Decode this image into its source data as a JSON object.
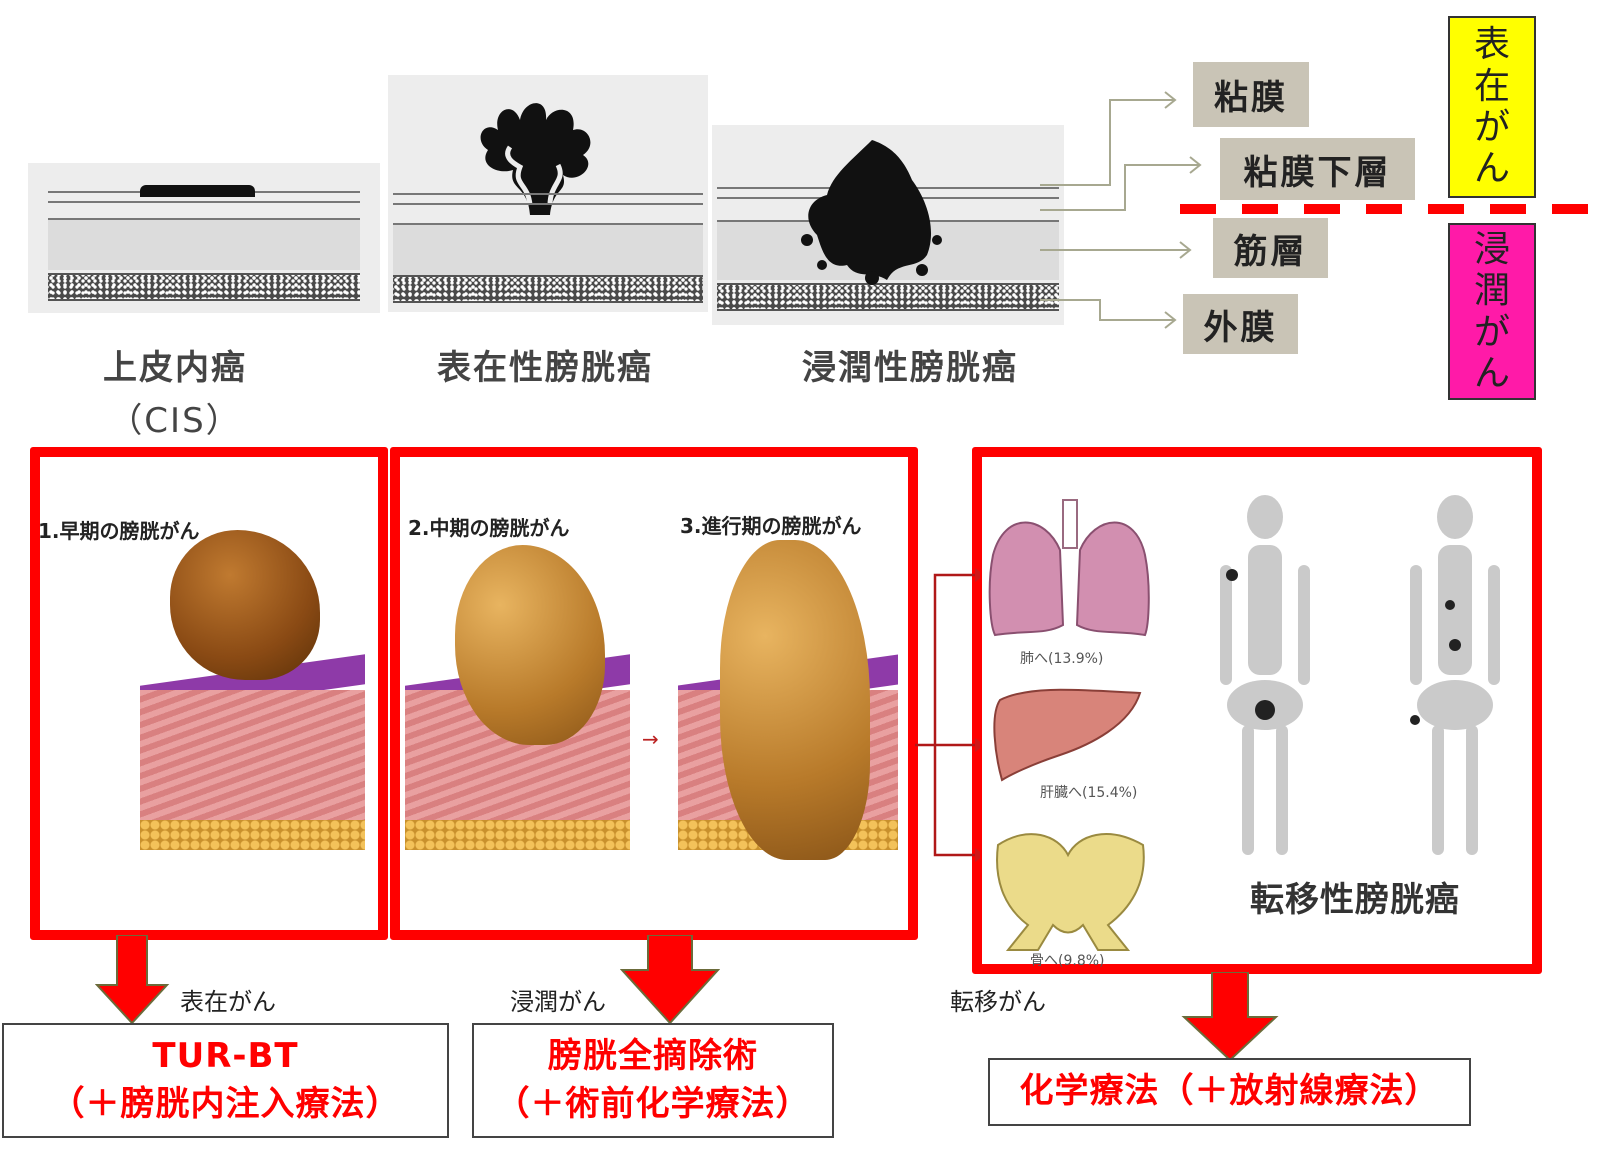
{
  "top_section": {
    "stages": [
      {
        "title_line1": "上皮内癌",
        "title_line2": "（CIS）"
      },
      {
        "title_line1": "表在性膀胱癌"
      },
      {
        "title_line1": "浸潤性膀胱癌"
      }
    ],
    "layers": [
      {
        "label": "粘膜"
      },
      {
        "label": "粘膜下層"
      },
      {
        "label": "筋層"
      },
      {
        "label": "外膜"
      }
    ],
    "categories": [
      {
        "chars": [
          "表",
          "在",
          "が",
          "ん"
        ],
        "color": "#ffff00"
      },
      {
        "chars": [
          "浸",
          "潤",
          "が",
          "ん"
        ],
        "color": "#ff1aa8"
      }
    ],
    "divider_color": "#ff0000"
  },
  "middle_section": {
    "progression_captions": [
      {
        "text": "1.早期の膀胱がん"
      },
      {
        "text": "2.中期の膀胱がん"
      },
      {
        "text": "3.進行期の膀胱がん"
      }
    ],
    "metastasis": {
      "organs": [
        {
          "name": "lung",
          "label": "肺へ(13.9%)"
        },
        {
          "name": "liver",
          "label": "肝臓へ(15.4%)"
        },
        {
          "name": "bone",
          "label": "骨へ(9.8%)"
        }
      ],
      "title": "転移性膀胱癌"
    },
    "frame_color": "#ff0000"
  },
  "treatment_section": {
    "groups": [
      {
        "type": "表在がん",
        "line1": "TUR-BT",
        "line2": "（＋膀胱内注入療法）"
      },
      {
        "type": "浸潤がん",
        "line1": "膀胱全摘除術",
        "line2": "（＋術前化学療法）"
      },
      {
        "type": "転移がん",
        "line1": "化学療法（＋放射線療法）"
      }
    ],
    "text_color": "#ff0000"
  }
}
